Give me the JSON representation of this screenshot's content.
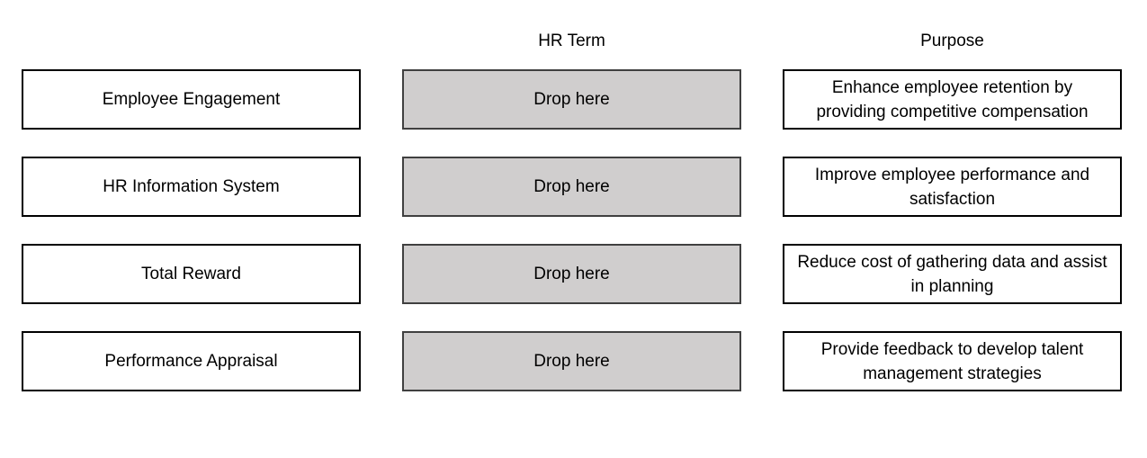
{
  "headers": {
    "term": "HR Term",
    "purpose": "Purpose"
  },
  "drag_items": [
    "Employee Engagement",
    "HR Information System",
    "Total Reward",
    "Performance Appraisal"
  ],
  "drop_zones": [
    "Drop here",
    "Drop here",
    "Drop here",
    "Drop here"
  ],
  "purposes": [
    "Enhance employee retention by providing competitive compensation",
    "Improve employee performance and satisfaction",
    "Reduce cost of gathering data and assist in planning",
    "Provide feedback to develop talent management strategies"
  ],
  "colors": {
    "drop_zone_fill": "#d0cece",
    "border": "#000000"
  }
}
